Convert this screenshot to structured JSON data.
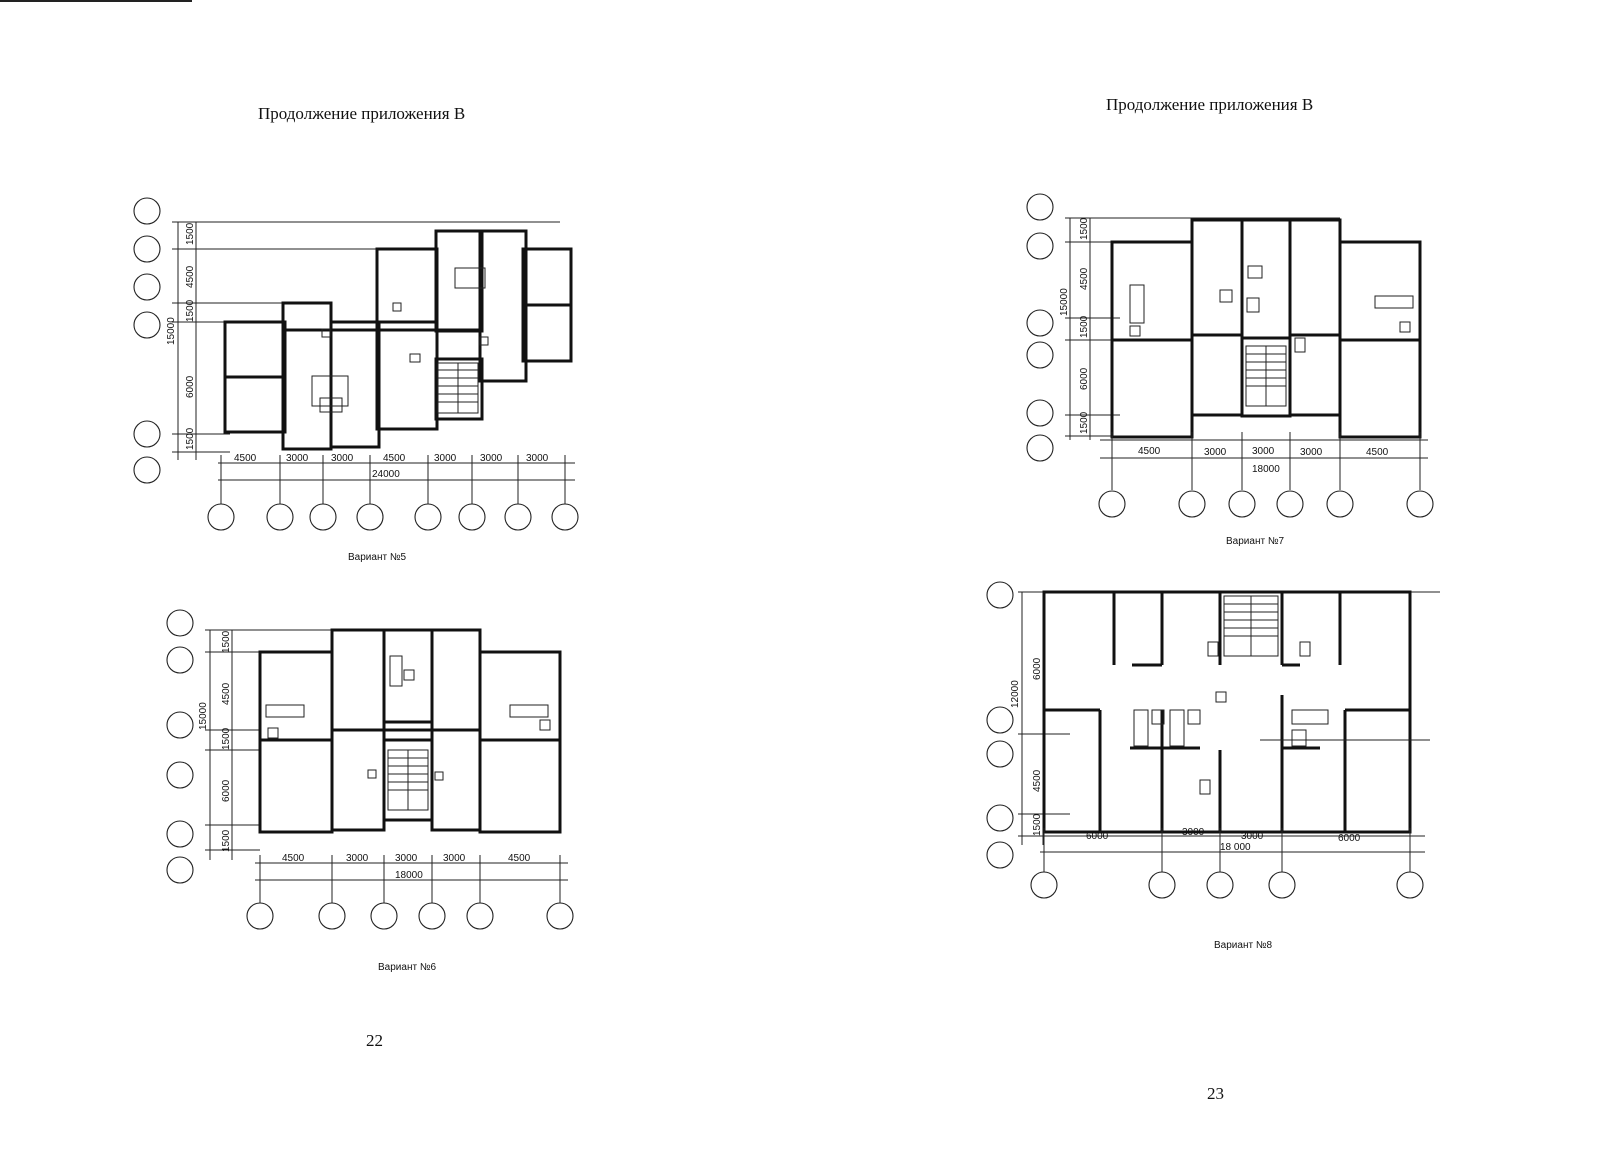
{
  "pages": {
    "left": {
      "title": "Продолжение приложения В",
      "page_number": "22",
      "plans": {
        "v5": {
          "caption": "Вариант №5",
          "total": "24000",
          "bottom_dims": [
            "4500",
            "3000",
            "3000",
            "4500",
            "3000",
            "3000",
            "3000"
          ],
          "left_dims": [
            "1500",
            "4500",
            "1500",
            "6000",
            "1500"
          ],
          "left_total": "15000"
        },
        "v6": {
          "caption": "Вариант №6",
          "total": "18000",
          "bottom_dims": [
            "4500",
            "3000",
            "3000",
            "3000",
            "4500"
          ],
          "left_dims": [
            "1500",
            "4500",
            "1500",
            "6000",
            "1500"
          ],
          "left_total": "15000"
        }
      }
    },
    "right": {
      "title": "Продолжение приложения В",
      "page_number": "23",
      "plans": {
        "v7": {
          "caption": "Вариант №7",
          "total": "18000",
          "bottom_dims": [
            "4500",
            "3000",
            "3000",
            "3000",
            "4500"
          ],
          "left_dims": [
            "1500",
            "4500",
            "1500",
            "6000",
            "1500"
          ],
          "left_total": "15000"
        },
        "v8": {
          "caption": "Вариант №8",
          "total": "18 000",
          "bottom_dims": [
            "6000",
            "3000",
            "3000",
            "6000"
          ],
          "left_dims": [
            "6000",
            "4500",
            "1500"
          ],
          "left_total": "12000"
        }
      }
    }
  }
}
